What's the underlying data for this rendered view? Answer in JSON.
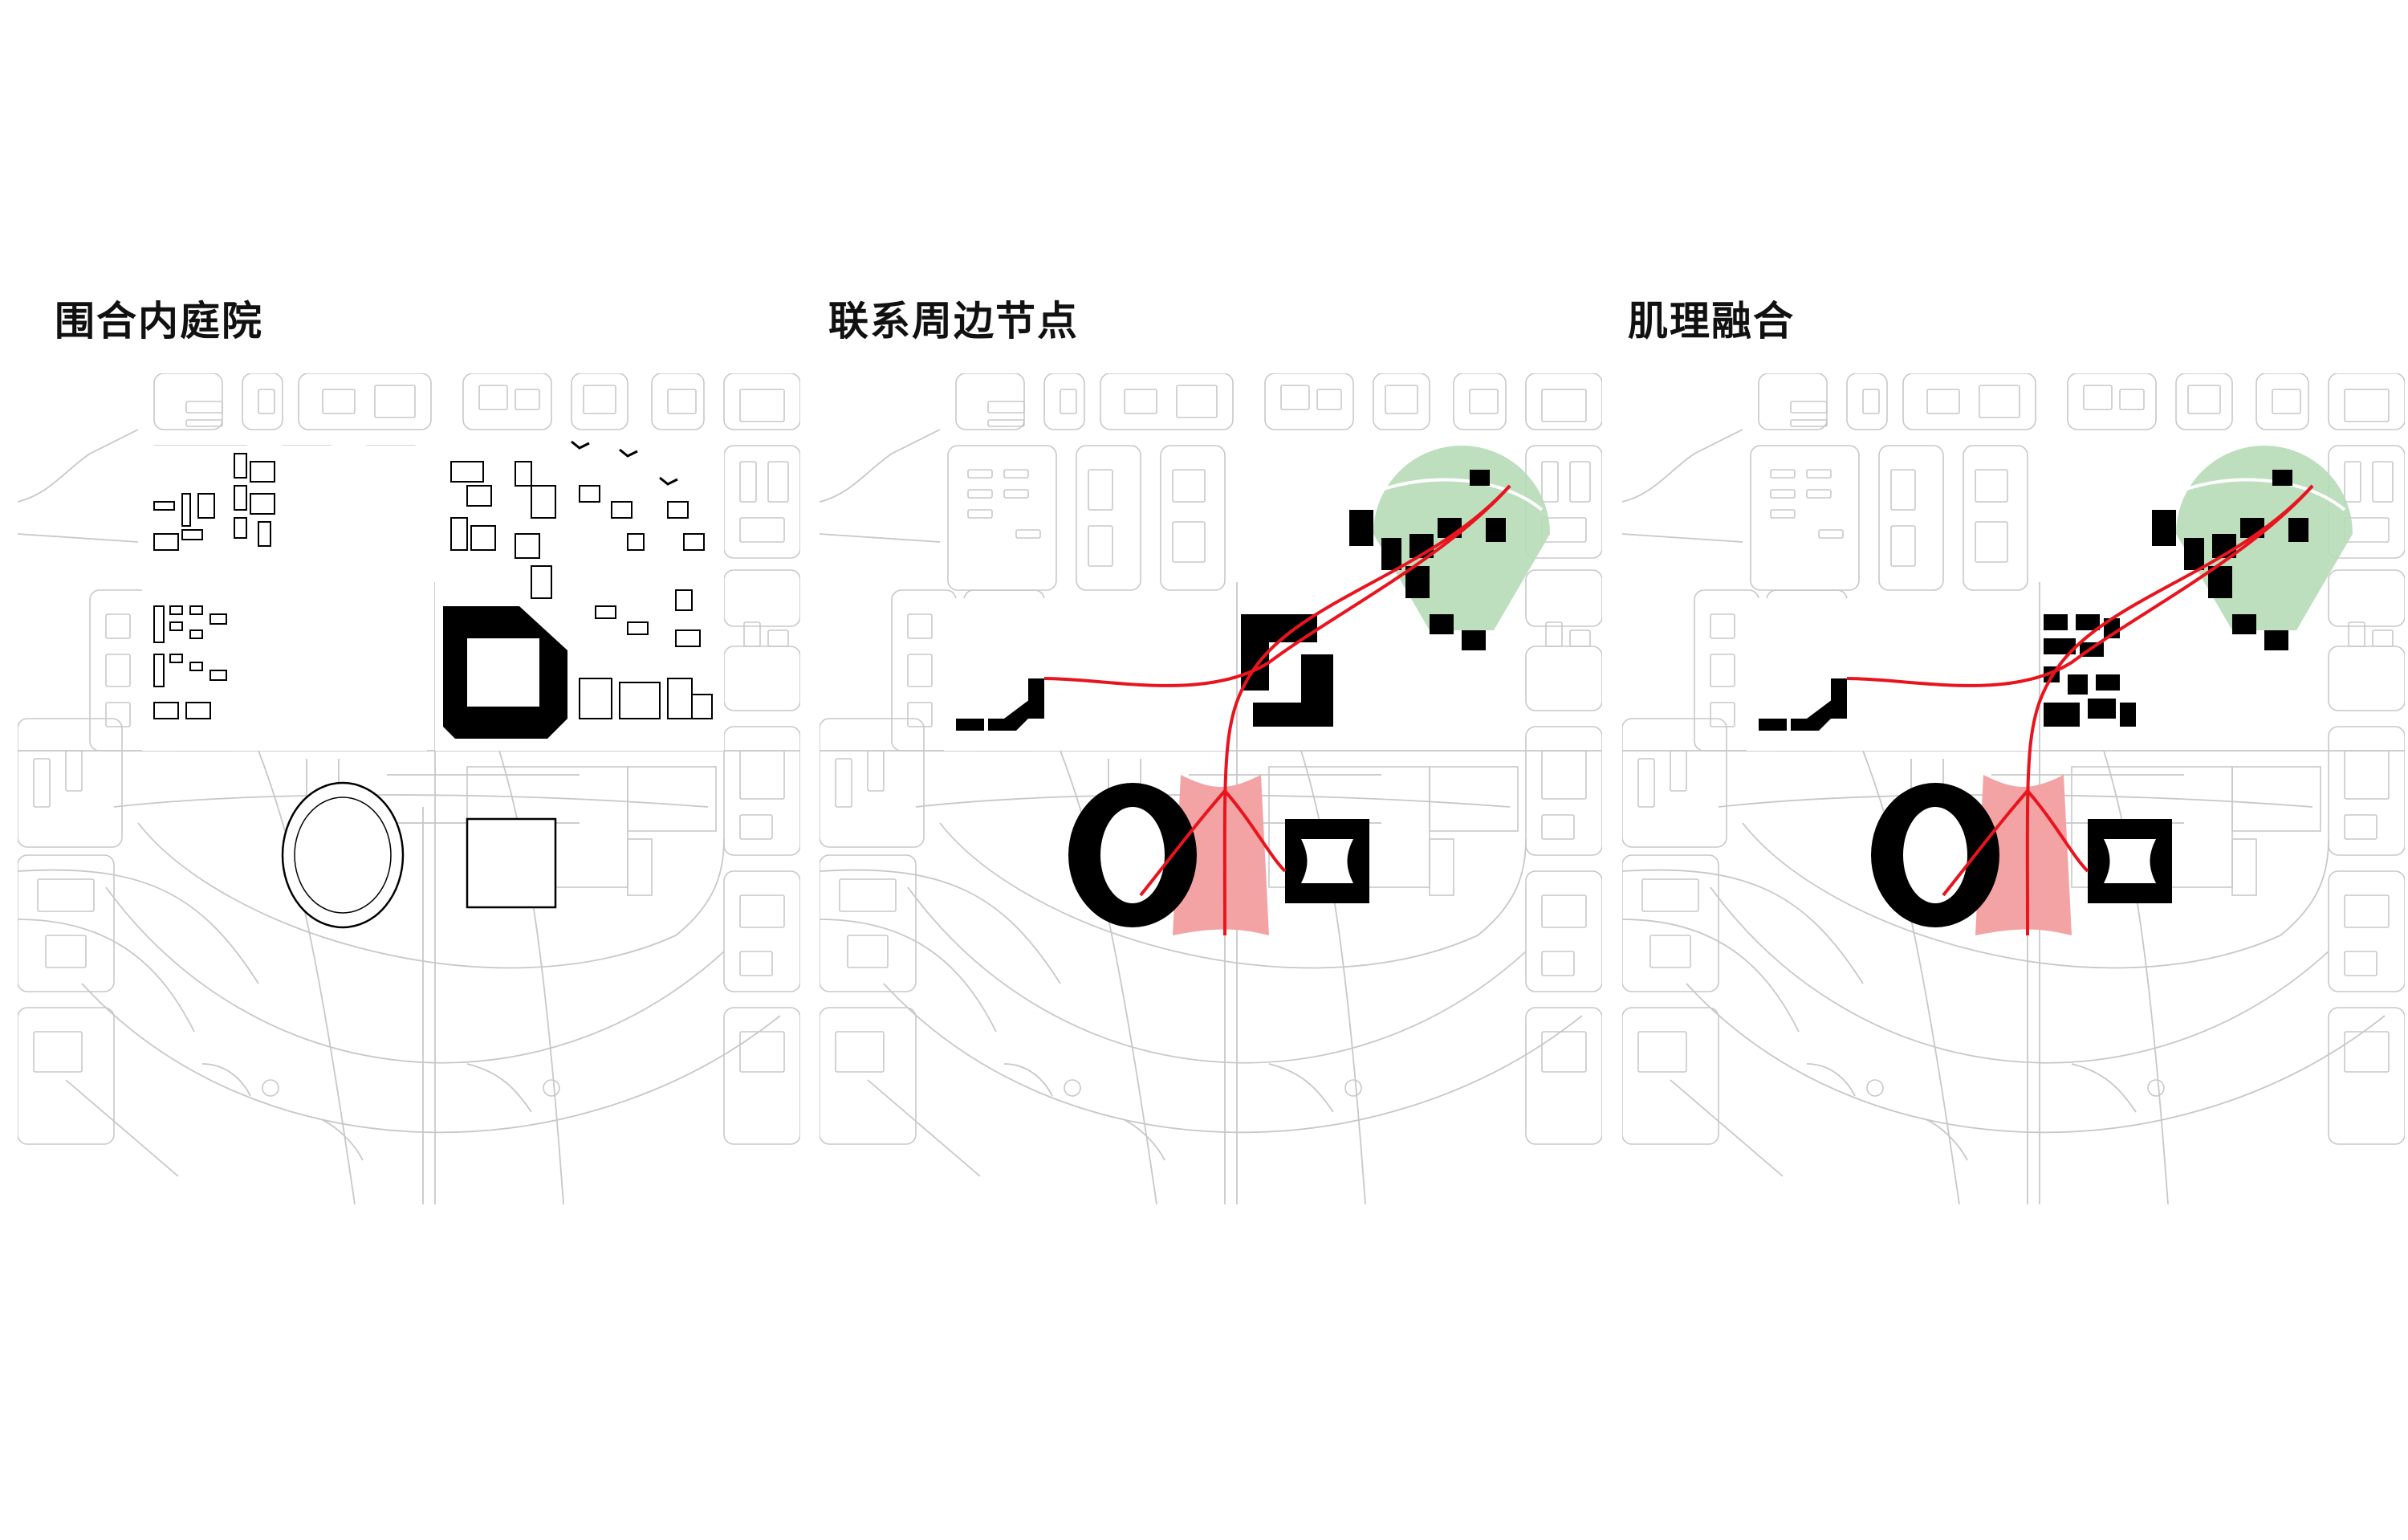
{
  "panels": [
    {
      "title": "围合内庭院"
    },
    {
      "title": "联系周边节点"
    },
    {
      "title": "肌理融合"
    }
  ],
  "colors": {
    "background": "#ffffff",
    "context_line": "#c8c8c8",
    "building_fill": "#000000",
    "connection_line": "#e8141e",
    "connection_zone": "#f3a3a3",
    "green_space": "#b6dcb7"
  }
}
